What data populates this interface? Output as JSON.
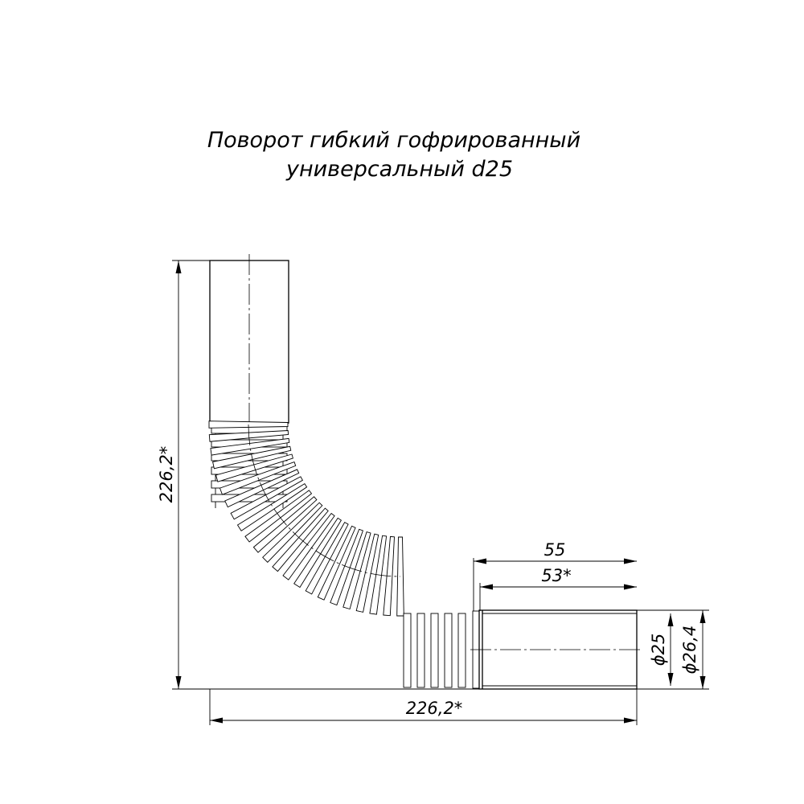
{
  "title": {
    "line1": "Поворот гибкий гофрированный",
    "line2": "универсальный d25"
  },
  "dimensions": {
    "height_total": "226,2*",
    "width_total": "226,2*",
    "socket_length": "55",
    "socket_length_ref": "53*",
    "inner_diameter": "ϕ25",
    "outer_diameter": "ϕ26,4"
  },
  "colors": {
    "line": "#000000",
    "background": "#ffffff"
  }
}
